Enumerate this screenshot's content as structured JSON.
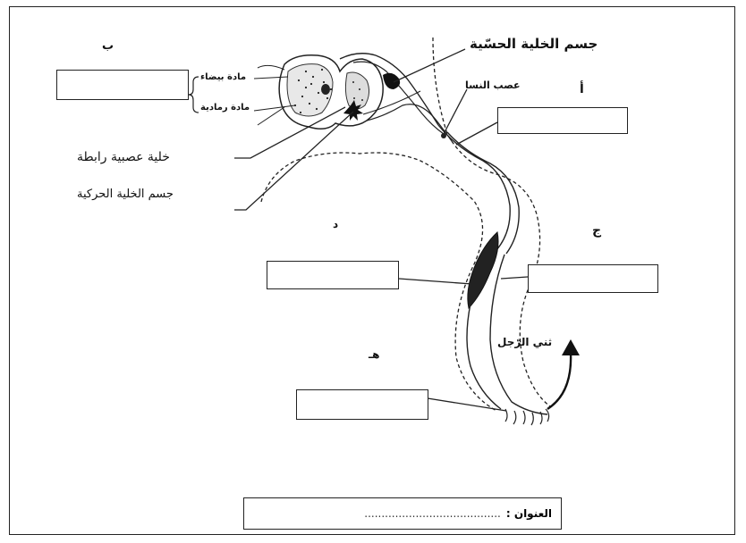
{
  "labels": {
    "sensory_cell_body": "جسم الخلية الحسّية",
    "sciatic_nerve": "عصب النسا",
    "white_matter": "مادة بيضاء",
    "grey_matter": "مادة رمادية",
    "interneuron": "خلية عصبية رابطة",
    "motor_cell_body": "جسم الخلية الحركية",
    "leg_bend": "ثني الرّجل"
  },
  "letters": {
    "a": "أ",
    "b": "ب",
    "j": "ج",
    "d": "د",
    "h": "هـ"
  },
  "title": {
    "label": "العنوان :",
    "placeholder": "........................................"
  }
}
